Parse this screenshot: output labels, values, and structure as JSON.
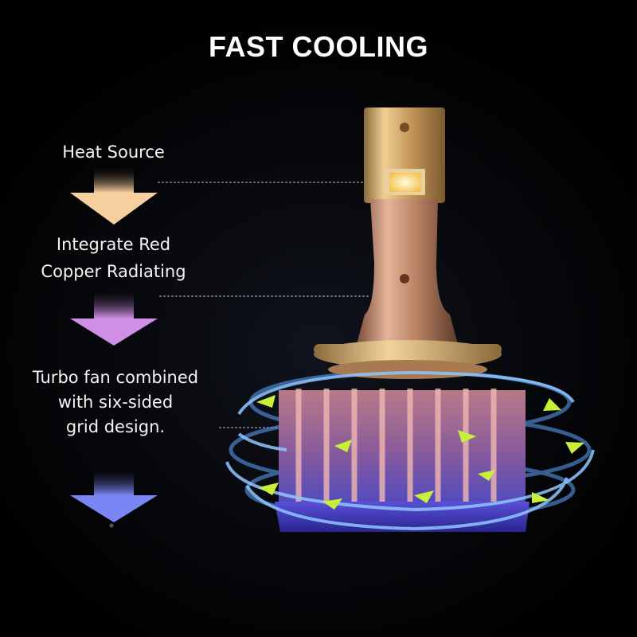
{
  "title": "FAST COOLING",
  "steps": [
    {
      "lines": [
        "Heat Source"
      ],
      "arrow_color": "#f3c99a"
    },
    {
      "lines": [
        "Integrate Red",
        "Copper Radiating"
      ],
      "arrow_color": "#c98ae0"
    },
    {
      "lines": [
        "Turbo fan combined",
        "with six-sided",
        "grid design."
      ],
      "arrow_color": "#6f78f0"
    }
  ],
  "colors": {
    "background": "#000000",
    "gold_body": "#d6a86a",
    "copper_fins": "#c0806e",
    "blue_base": "#4a44c8",
    "airflow_arrows": "#c8f03a",
    "airflow_rings": "#6fb0ff"
  }
}
